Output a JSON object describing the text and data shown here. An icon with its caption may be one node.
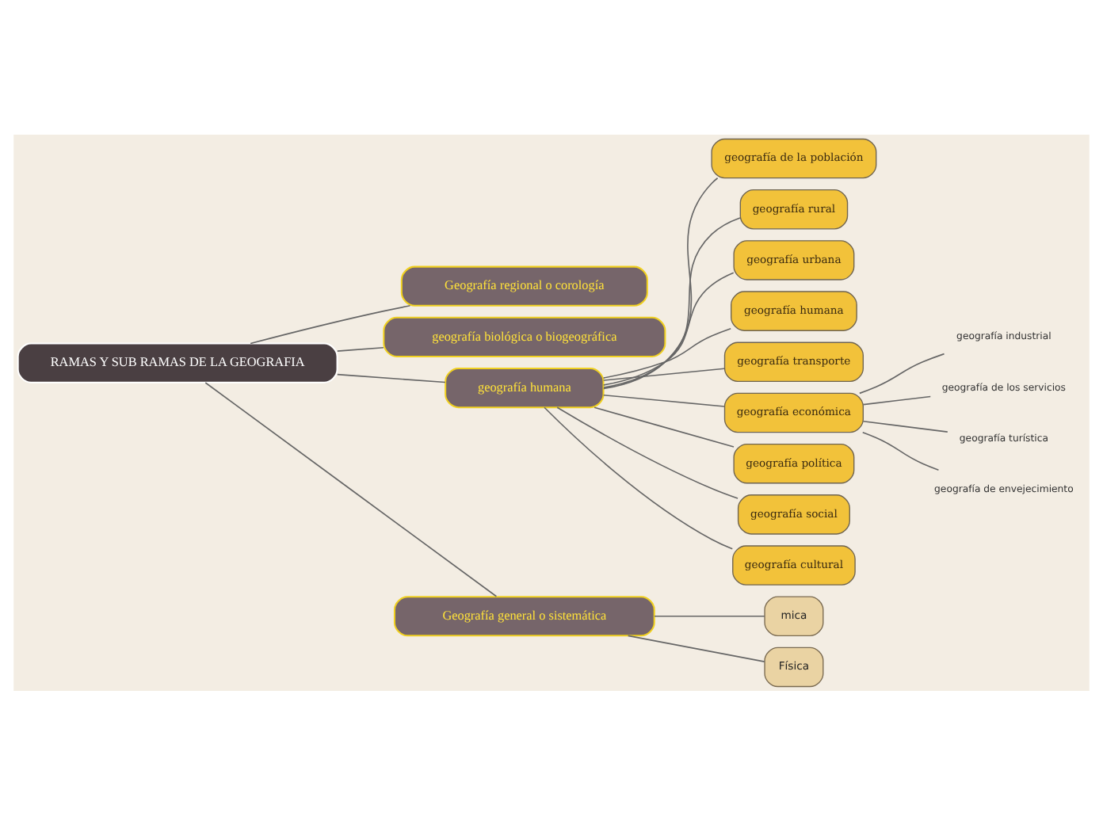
{
  "diagram": {
    "nodes": [
      {
        "text": [
          "RAMAS Y SUB RAMAS DE LA GEOGRAFIA"
        ]
      },
      {
        "text": [
          "Geografía regional o corología"
        ]
      },
      {
        "text": [
          "geografía biológica o biogeográfica"
        ]
      },
      {
        "text": [
          "geografía humana"
        ]
      },
      {
        "text": [
          "Geografía general o sistemática"
        ]
      },
      {
        "text": [
          "mica"
        ]
      },
      {
        "text": [
          "Física"
        ]
      },
      {
        "text": [
          "geografía de la población"
        ]
      },
      {
        "text": [
          "geografía rural"
        ]
      },
      {
        "text": [
          "geografía urbana"
        ]
      },
      {
        "text": [
          "geografía humana"
        ]
      },
      {
        "text": [
          "geografía transporte"
        ]
      },
      {
        "text": [
          "geografía económica"
        ]
      },
      {
        "text": [
          "geografía política"
        ]
      },
      {
        "text": [
          "geografía social"
        ]
      },
      {
        "text": [
          "geografía cultural"
        ]
      },
      {
        "text": [
          "geografía industrial"
        ]
      },
      {
        "text": [
          "geografía de los servicios"
        ]
      },
      {
        "text": [
          "geografía turística"
        ]
      },
      {
        "text": [
          "geografía de envejecimiento"
        ]
      }
    ],
    "edges": [
      {
        "from": 0,
        "to": 1,
        "arrow": "none"
      },
      {
        "from": 0,
        "to": 2,
        "arrow": "none"
      },
      {
        "from": 0,
        "to": 3,
        "arrow": "none"
      },
      {
        "from": 0,
        "to": 4,
        "arrow": "none"
      },
      {
        "from": 4,
        "to": 5,
        "arrow": "none"
      },
      {
        "from": 4,
        "to": 6,
        "arrow": "none"
      },
      {
        "from": 3,
        "to": 7,
        "arrow": "none"
      },
      {
        "from": 3,
        "to": 8,
        "arrow": "none"
      },
      {
        "from": 3,
        "to": 9,
        "arrow": "none"
      },
      {
        "from": 3,
        "to": 10,
        "arrow": "none"
      },
      {
        "from": 3,
        "to": 11,
        "arrow": "none"
      },
      {
        "from": 3,
        "to": 12,
        "arrow": "none"
      },
      {
        "from": 3,
        "to": 13,
        "arrow": "none"
      },
      {
        "from": 3,
        "to": 14,
        "arrow": "none"
      },
      {
        "from": 3,
        "to": 15,
        "arrow": "none"
      },
      {
        "from": 12,
        "to": 16,
        "arrow": "none"
      },
      {
        "from": 12,
        "to": 17,
        "arrow": "none"
      },
      {
        "from": 12,
        "to": 18,
        "arrow": "none"
      },
      {
        "from": 12,
        "to": 19,
        "arrow": "none"
      }
    ]
  }
}
